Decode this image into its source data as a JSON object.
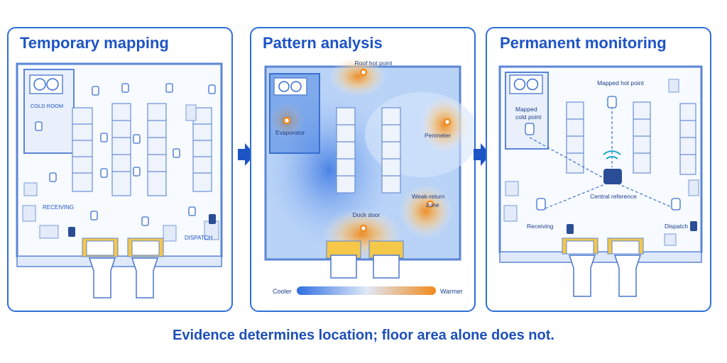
{
  "panels": [
    {
      "title": "Temporary mapping",
      "labels": {
        "cold_room": "COLD ROOM",
        "receiving": "RECEIVING",
        "dispatch": "DISPATCH"
      }
    },
    {
      "title": "Pattern analysis",
      "labels": {
        "roof_hot_point": "Roof hot point",
        "evaporator": "Evaporator",
        "perimeter": "Perimeter",
        "weak_return_line1": "Weak-return",
        "weak_return_line2": "zone",
        "dock_door": "Dock door"
      },
      "legend": {
        "cooler": "Cooler",
        "warmer": "Warmer",
        "cool_color": "#2f6fe0",
        "warm_color": "#f08a1c"
      }
    },
    {
      "title": "Permanent monitoring",
      "labels": {
        "mapped_hot_point": "Mapped hot point",
        "mapped_cold_line1": "Mapped",
        "mapped_cold_line2": "cold point",
        "central_reference": "Central reference",
        "receiving": "Receiving",
        "dispatch": "Dispatch"
      }
    }
  ],
  "caption": "Evidence determines location; floor area alone does not.",
  "colors": {
    "accent": "#1d54c4",
    "line": "#3a6fd0",
    "hot": "#f08a1c"
  },
  "icons": [
    "arrow-right-icon",
    "sensor-icon",
    "wifi-icon",
    "truck-icon",
    "forklift-icon",
    "fan-icon"
  ]
}
